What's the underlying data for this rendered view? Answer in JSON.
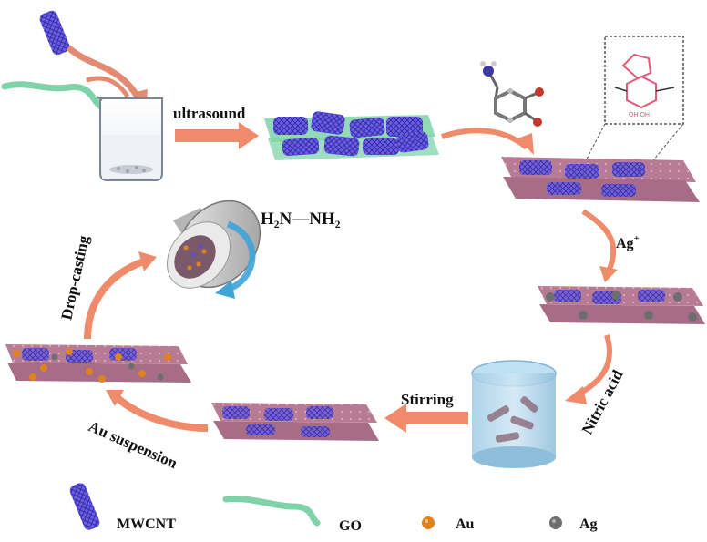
{
  "labels": {
    "ultrasound": "ultrasound",
    "ag_ion": "Ag",
    "ag_ion_sup": "+",
    "nitric_acid": "Nitric acid",
    "stirring": "Stirring",
    "au_suspension": "Au suspension",
    "drop_casting": "Drop-casting",
    "hydrazine": "H₂N—NH₂"
  },
  "legend": {
    "items": [
      {
        "label": "MWCNT",
        "icon": "nanotube-icon"
      },
      {
        "label": "GO",
        "icon": "graphene-oxide-ribbon-icon"
      },
      {
        "label": "Au",
        "icon": "gold-particle-icon"
      },
      {
        "label": "Ag",
        "icon": "silver-particle-icon"
      }
    ]
  },
  "colors": {
    "arrow": "#ef8a6a",
    "sheet_pink": "#b77b94",
    "sheet_green": "#7fd3a8",
    "nanotube": "#5a4fd0",
    "gold": "#e0821f",
    "silver": "#6e6e6e",
    "blue_arrow": "#3fa4d8"
  }
}
